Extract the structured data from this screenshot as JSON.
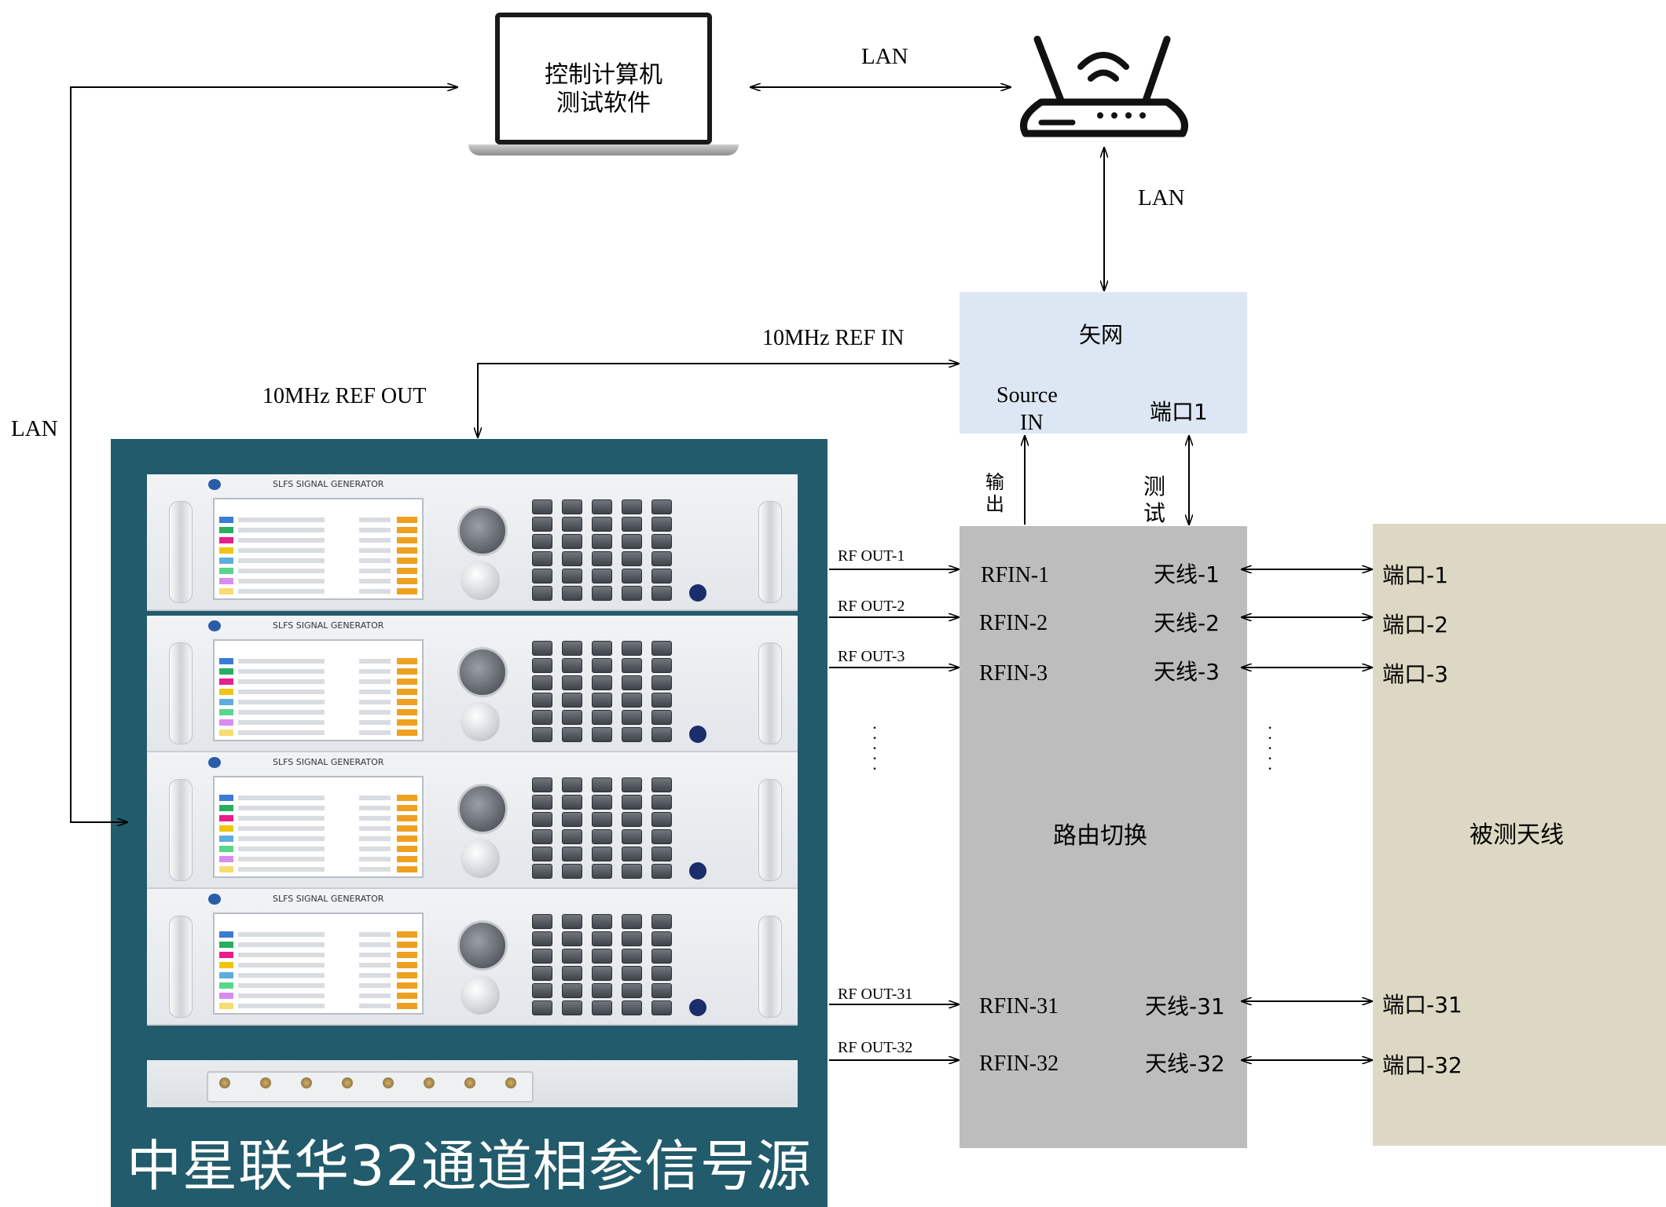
{
  "laptop": {
    "line1": "控制计算机",
    "line2": "测试软件",
    "icon": "laptop-icon"
  },
  "router": {
    "icon": "router-icon"
  },
  "links": {
    "lan_top": "LAN",
    "lan_router_vna": "LAN",
    "lan_left": "LAN",
    "ref_in": "10MHz REF IN",
    "ref_out": "10MHz REF OUT",
    "switch_output": "输出",
    "switch_test": "测试"
  },
  "vna": {
    "title": "矢网",
    "source_in_line1": "Source",
    "source_in_line2": "IN",
    "port1": "端口1"
  },
  "switch": {
    "title": "路由切换",
    "rows": [
      {
        "rf_out": "RF OUT-1",
        "rfin": "RFIN-1",
        "antenna": "天线-1",
        "port": "端口-1"
      },
      {
        "rf_out": "RF OUT-2",
        "rfin": "RFIN-2",
        "antenna": "天线-2",
        "port": "端口-2"
      },
      {
        "rf_out": "RF OUT-3",
        "rfin": "RFIN-3",
        "antenna": "天线-3",
        "port": "端口-3"
      },
      {
        "rf_out": "RF OUT-31",
        "rfin": "RFIN-31",
        "antenna": "天线-31",
        "port": "端口-31"
      },
      {
        "rf_out": "RF OUT-32",
        "rfin": "RFIN-32",
        "antenna": "天线-32",
        "port": "端口-32"
      }
    ]
  },
  "dut": {
    "title": "被测天线"
  },
  "source": {
    "title": "中星联华32通道相参信号源",
    "rack_label": "SLFS SIGNAL GENERATOR",
    "channel_colors": [
      "#3a7bd5",
      "#27ae60",
      "#e91e8c",
      "#f1c40f",
      "#5dade2",
      "#58d68d",
      "#d98cf0",
      "#f7dc6f"
    ]
  },
  "colors": {
    "vna_fill": "#dde7f3",
    "switch_fill": "#bdbdbd",
    "dut_fill": "#dcd8c3",
    "source_fill": "#225b6b"
  }
}
